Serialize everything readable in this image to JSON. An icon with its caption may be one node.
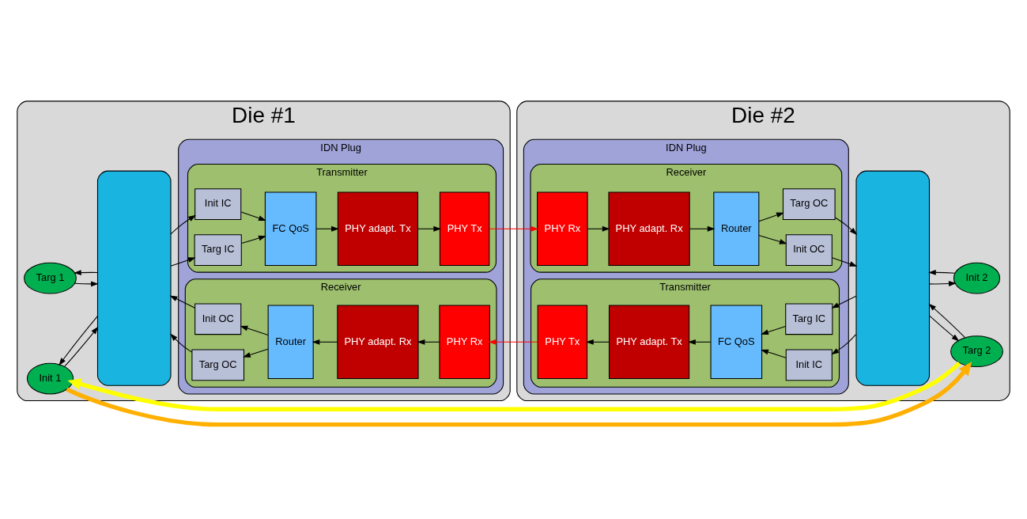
{
  "diagram": {
    "nodes": [
      {
        "text": [
          "Die #1"
        ]
      },
      {
        "text": [
          "IDN Plug"
        ],
        "in": 0
      },
      {
        "text": [
          "Transmitter"
        ],
        "in": 1
      },
      {
        "text": [
          "Init IC"
        ],
        "in": 2
      },
      {
        "text": [
          "Targ IC"
        ],
        "in": 2
      },
      {
        "text": [
          "FC QoS"
        ],
        "in": 2
      },
      {
        "text": [
          "PHY adapt. Tx"
        ],
        "in": 2
      },
      {
        "text": [
          "PHY Tx"
        ],
        "in": 2
      },
      {
        "text": [
          "Receiver"
        ],
        "in": 1
      },
      {
        "text": [
          "Init OC"
        ],
        "in": 8
      },
      {
        "text": [
          "Targ OC"
        ],
        "in": 8
      },
      {
        "text": [
          "Router"
        ],
        "in": 8
      },
      {
        "text": [
          "PHY adapt. Rx"
        ],
        "in": 8
      },
      {
        "text": [
          "PHY Rx"
        ],
        "in": 8
      },
      {
        "text": [],
        "shape": "box",
        "in": 0
      },
      {
        "text": [
          "Init 1"
        ],
        "in": 0
      },
      {
        "text": [
          "Targ 1"
        ],
        "in": 0
      },
      {
        "text": [
          "Die #2"
        ]
      },
      {
        "text": [
          "IDN Plug"
        ],
        "in": 17
      },
      {
        "text": [
          "Transmitter"
        ],
        "in": 18
      },
      {
        "text": [
          "PHY Tx"
        ],
        "in": 19
      },
      {
        "text": [
          "PHY adapt. Tx"
        ],
        "in": 19
      },
      {
        "text": [
          "FC QoS"
        ],
        "in": 19
      },
      {
        "text": [
          "Init IC"
        ],
        "in": 19
      },
      {
        "text": [
          "Targ IC"
        ],
        "in": 19
      },
      {
        "text": [
          "Receiver"
        ],
        "in": 18
      },
      {
        "text": [
          "PHY Rx"
        ],
        "in": 25
      },
      {
        "text": [
          "PHY adapt. Rx"
        ],
        "in": 25
      },
      {
        "text": [
          "Router"
        ],
        "in": 25
      },
      {
        "text": [
          "Init OC"
        ],
        "in": 25
      },
      {
        "text": [
          "Targ OC"
        ],
        "in": 25
      },
      {
        "text": [],
        "shape": "box",
        "in": 17
      },
      {
        "text": [
          "Init 2"
        ],
        "in": 17
      },
      {
        "text": [
          "Targ 2"
        ],
        "in": 17
      }
    ],
    "edges": [
      {
        "from": 15,
        "to": 14,
        "arrow": "to"
      },
      {
        "from": 14,
        "to": 15,
        "arrow": "to"
      },
      {
        "from": 16,
        "to": 14,
        "arrow": "to"
      },
      {
        "from": 14,
        "to": 16,
        "arrow": "to"
      },
      {
        "from": 14,
        "to": 3,
        "arrow": "to"
      },
      {
        "from": 14,
        "to": 4,
        "arrow": "to"
      },
      {
        "from": 3,
        "to": 5,
        "arrow": "to"
      },
      {
        "from": 4,
        "to": 5,
        "arrow": "to"
      },
      {
        "from": 5,
        "to": 6,
        "arrow": "to"
      },
      {
        "from": 6,
        "to": 7,
        "arrow": "to"
      },
      {
        "from": 7,
        "to": 26,
        "arrow": "to",
        "color": "#ff0000"
      },
      {
        "from": 20,
        "to": 13,
        "arrow": "to",
        "color": "#ff0000"
      },
      {
        "from": 13,
        "to": 12,
        "arrow": "to"
      },
      {
        "from": 12,
        "to": 11,
        "arrow": "to"
      },
      {
        "from": 11,
        "to": 9,
        "arrow": "to"
      },
      {
        "from": 11,
        "to": 10,
        "arrow": "to"
      },
      {
        "from": 9,
        "to": 14,
        "arrow": "to"
      },
      {
        "from": 10,
        "to": 14,
        "arrow": "to"
      },
      {
        "from": 31,
        "to": 23,
        "arrow": "to"
      },
      {
        "from": 31,
        "to": 24,
        "arrow": "to"
      },
      {
        "from": 23,
        "to": 22,
        "arrow": "to"
      },
      {
        "from": 24,
        "to": 22,
        "arrow": "to"
      },
      {
        "from": 22,
        "to": 21,
        "arrow": "to"
      },
      {
        "from": 21,
        "to": 20,
        "arrow": "to"
      },
      {
        "from": 26,
        "to": 27,
        "arrow": "to"
      },
      {
        "from": 27,
        "to": 28,
        "arrow": "to"
      },
      {
        "from": 28,
        "to": 29,
        "arrow": "to"
      },
      {
        "from": 28,
        "to": 30,
        "arrow": "to"
      },
      {
        "from": 29,
        "to": 31,
        "arrow": "to"
      },
      {
        "from": 30,
        "to": 31,
        "arrow": "to"
      },
      {
        "from": 31,
        "to": 32,
        "arrow": "to"
      },
      {
        "from": 32,
        "to": 31,
        "arrow": "to"
      },
      {
        "from": 31,
        "to": 33,
        "arrow": "to"
      },
      {
        "from": 33,
        "to": 31,
        "arrow": "to"
      },
      {
        "from": 15,
        "to": 33,
        "arrow": "to",
        "style": "thick",
        "color": "#ffb000"
      },
      {
        "from": 33,
        "to": 15,
        "arrow": "to",
        "style": "thick",
        "color": "#ffff00"
      }
    ]
  }
}
